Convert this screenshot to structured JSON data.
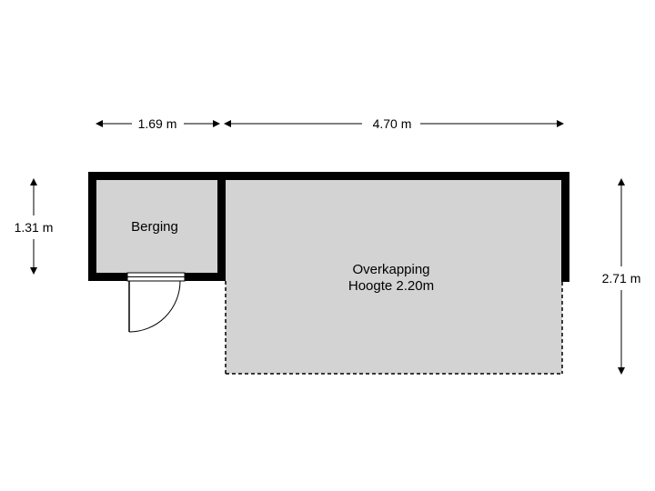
{
  "floorplan": {
    "rooms": [
      {
        "name": "Berging",
        "subtitle": ""
      },
      {
        "name": "Overkapping",
        "subtitle": "Hoogte 2.20m"
      }
    ],
    "dimensions": {
      "berging_width": "1.69 m",
      "overkapping_width": "4.70 m",
      "berging_depth": "1.31 m",
      "overkapping_depth": "2.71 m"
    },
    "colors": {
      "room_fill": "#d3d3d3",
      "wall": "#000000",
      "background": "#ffffff"
    }
  }
}
